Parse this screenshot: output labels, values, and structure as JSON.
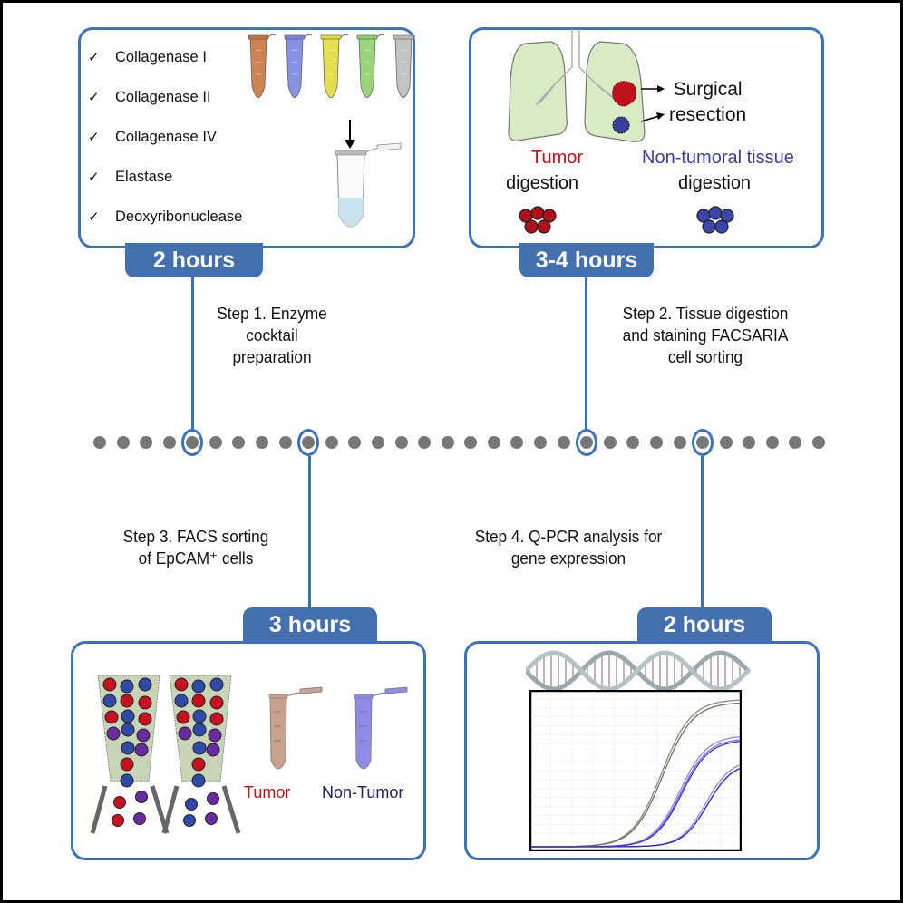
{
  "colors": {
    "accent_blue": "#3e72b8",
    "badge_blue": "#4470b0",
    "dot_grey": "#777777",
    "tumor_red": "#c0101c",
    "non_tumor_blue": "#3a3f9a",
    "non_tumor_dark": "#1c1f5a"
  },
  "panel1": {
    "badge": "2 hours",
    "check_icon": "check-mark-icon",
    "checklist": [
      "Collagenase  I",
      "Collagenase  II",
      "Collagenase  IV",
      "Elastase",
      "Deoxyribonuclease"
    ],
    "tube_colors": [
      "#c8753f",
      "#7a86e0",
      "#e0dc3a",
      "#8ed06a",
      "#bdbdbd"
    ],
    "mix_tube_fill": "#c9e2ee"
  },
  "panel2": {
    "badge": "3-4 hours",
    "surgical_line1": "Surgical",
    "surgical_line2": "resection",
    "tumor_label": "Tumor",
    "tumor_sub": "digestion",
    "nontumor_label": "Non-tumoral tissue",
    "nontumor_sub": "digestion"
  },
  "panel3": {
    "badge": "3 hours",
    "tumor_label": "Tumor",
    "nontumor_label": "Non-Tumor",
    "tube_colors": [
      "#caa08f",
      "#8d8de8"
    ]
  },
  "panel4": {
    "badge": "2 hours"
  },
  "steps": {
    "step1": [
      "Step 1. Enzyme",
      "cocktail",
      "preparation"
    ],
    "step2": [
      "Step 2. Tissue digestion",
      "and staining FACSARIA",
      "cell sorting"
    ],
    "step3": [
      "Step 3. FACS sorting",
      "of EpCAM⁺ cells"
    ],
    "step4": [
      "Step 4. Q-PCR analysis for",
      "gene expression"
    ]
  },
  "timeline": {
    "dot_count": 32,
    "highlighted_dot_indices": [
      4,
      9,
      21,
      26
    ]
  },
  "chart_data": {
    "type": "line",
    "title": "",
    "xlabel": "",
    "ylabel": "",
    "xlim": [
      0,
      40
    ],
    "ylim": [
      0,
      1.0
    ],
    "grid": true,
    "legend": "none",
    "series": [
      {
        "name": "reference-1",
        "color": "#8a8a80",
        "midpoint": 25,
        "plateau": 0.98,
        "slope": 0.22
      },
      {
        "name": "reference-2",
        "color": "#6e6e64",
        "midpoint": 25.3,
        "plateau": 0.96,
        "slope": 0.22
      },
      {
        "name": "sample-a-1",
        "color": "#8f88e8",
        "midpoint": 28.5,
        "plateau": 0.74,
        "slope": 0.24
      },
      {
        "name": "sample-a-2",
        "color": "#7b73e0",
        "midpoint": 28.7,
        "plateau": 0.72,
        "slope": 0.24
      },
      {
        "name": "sample-a-3",
        "color": "#3a2fd0",
        "midpoint": 28.9,
        "plateau": 0.71,
        "slope": 0.24
      },
      {
        "name": "sample-b-1",
        "color": "#8f88e8",
        "midpoint": 33.5,
        "plateau": 0.58,
        "slope": 0.26
      },
      {
        "name": "sample-b-2",
        "color": "#2a1fc0",
        "midpoint": 33.8,
        "plateau": 0.56,
        "slope": 0.26
      }
    ]
  }
}
